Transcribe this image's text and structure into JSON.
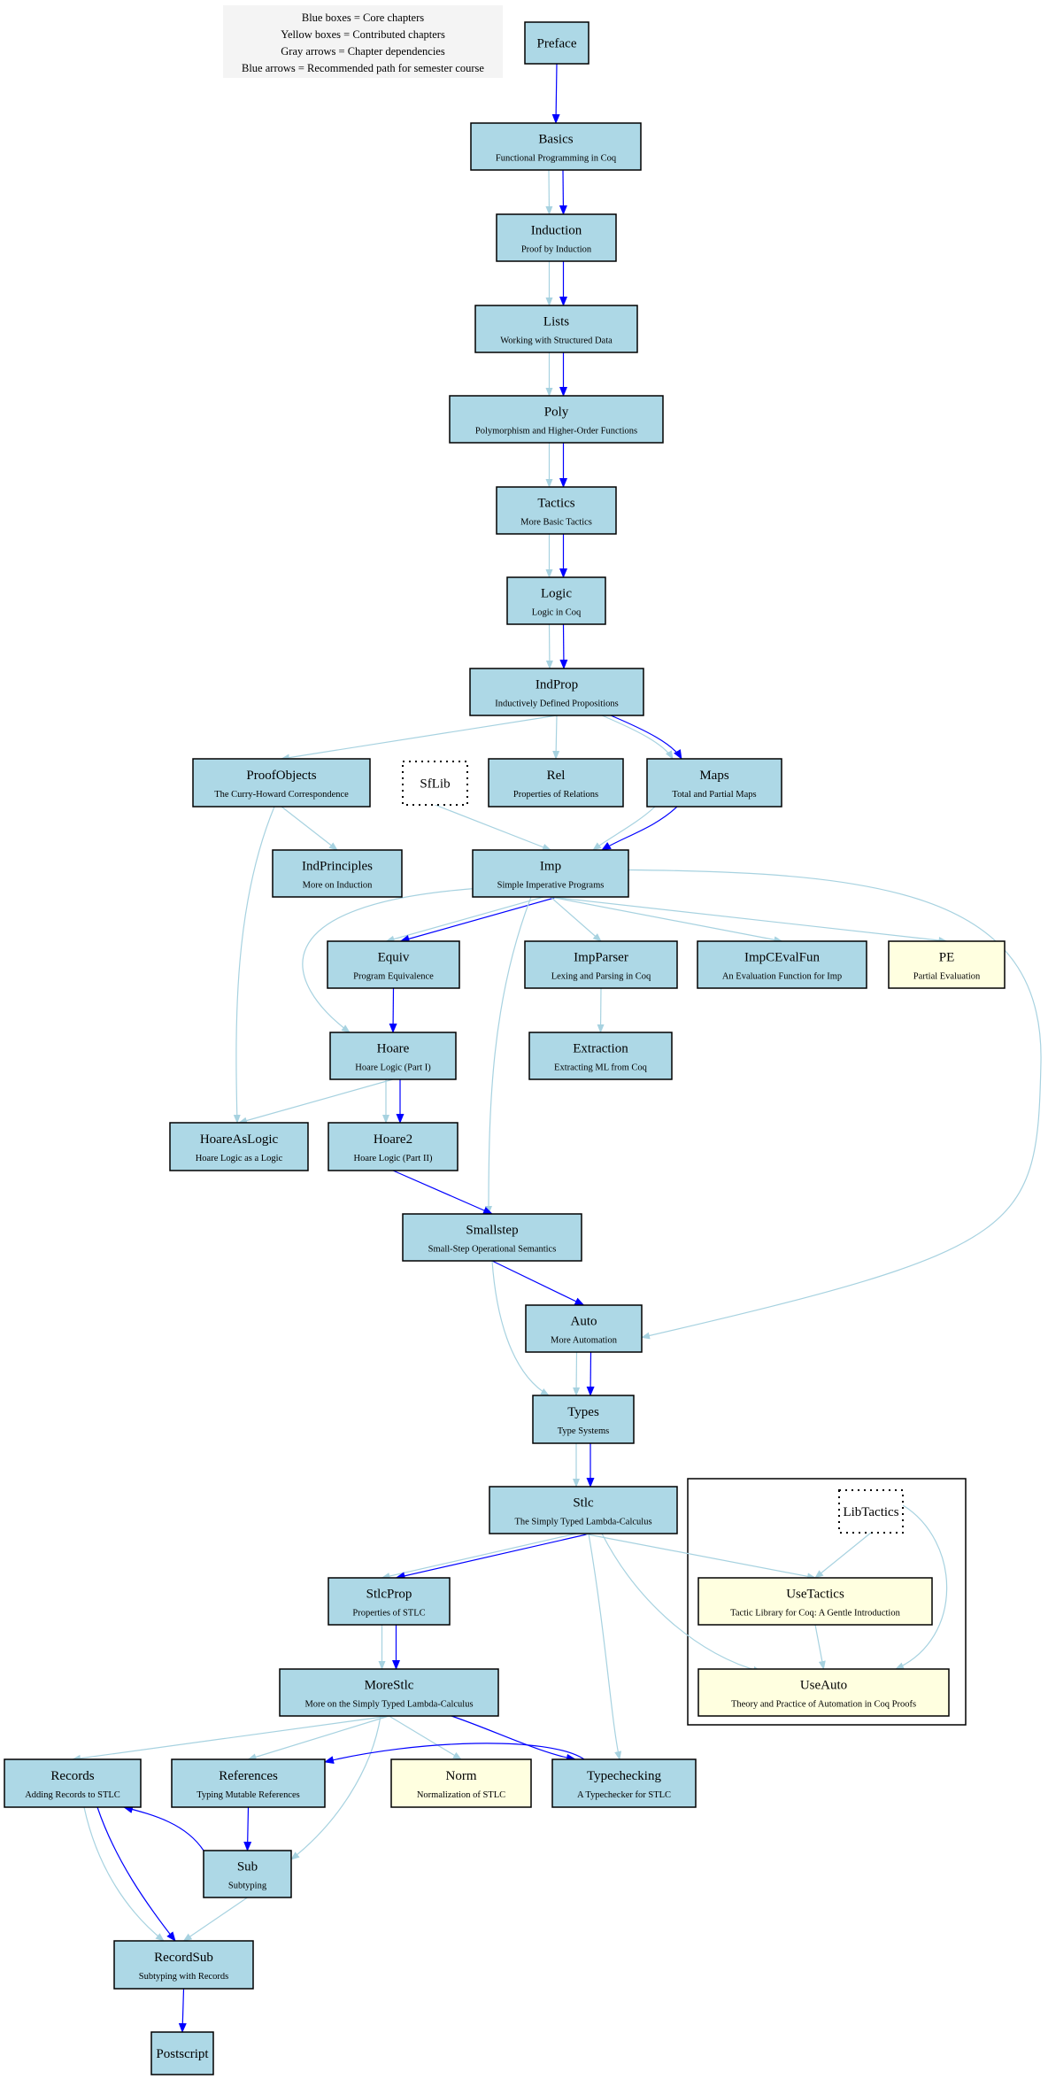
{
  "colors": {
    "core_fill": "#add8e6",
    "contrib_fill": "#ffffe0",
    "dep_edge": "#a7d2e0",
    "path_edge": "#0000ff"
  },
  "legend": {
    "lines": [
      "Blue boxes = Core chapters",
      "Yellow boxes = Contributed chapters",
      "Gray arrows = Chapter dependencies",
      "Blue arrows = Recommended path for semester course"
    ]
  },
  "nodes": [
    {
      "id": "Preface",
      "title": "Preface",
      "subtitle": "",
      "kind": "core"
    },
    {
      "id": "Basics",
      "title": "Basics",
      "subtitle": "Functional Programming in Coq",
      "kind": "core"
    },
    {
      "id": "Induction",
      "title": "Induction",
      "subtitle": "Proof by Induction",
      "kind": "core"
    },
    {
      "id": "Lists",
      "title": "Lists",
      "subtitle": "Working with Structured Data",
      "kind": "core"
    },
    {
      "id": "Poly",
      "title": "Poly",
      "subtitle": "Polymorphism and Higher-Order Functions",
      "kind": "core"
    },
    {
      "id": "Tactics",
      "title": "Tactics",
      "subtitle": "More Basic Tactics",
      "kind": "core"
    },
    {
      "id": "Logic",
      "title": "Logic",
      "subtitle": "Logic in Coq",
      "kind": "core"
    },
    {
      "id": "IndProp",
      "title": "IndProp",
      "subtitle": "Inductively Defined Propositions",
      "kind": "core"
    },
    {
      "id": "ProofObjects",
      "title": "ProofObjects",
      "subtitle": "The Curry-Howard Correspondence",
      "kind": "core"
    },
    {
      "id": "SfLib",
      "title": "SfLib",
      "subtitle": "",
      "kind": "lib"
    },
    {
      "id": "Rel",
      "title": "Rel",
      "subtitle": "Properties of Relations",
      "kind": "core"
    },
    {
      "id": "Maps",
      "title": "Maps",
      "subtitle": "Total and Partial Maps",
      "kind": "core"
    },
    {
      "id": "IndPrinciples",
      "title": "IndPrinciples",
      "subtitle": "More on Induction",
      "kind": "core"
    },
    {
      "id": "Imp",
      "title": "Imp",
      "subtitle": "Simple Imperative Programs",
      "kind": "core"
    },
    {
      "id": "Equiv",
      "title": "Equiv",
      "subtitle": "Program Equivalence",
      "kind": "core"
    },
    {
      "id": "ImpParser",
      "title": "ImpParser",
      "subtitle": "Lexing and Parsing in Coq",
      "kind": "core"
    },
    {
      "id": "ImpCEvalFun",
      "title": "ImpCEvalFun",
      "subtitle": "An Evaluation Function for Imp",
      "kind": "core"
    },
    {
      "id": "PE",
      "title": "PE",
      "subtitle": "Partial Evaluation",
      "kind": "contrib"
    },
    {
      "id": "Hoare",
      "title": "Hoare",
      "subtitle": "Hoare Logic (Part I)",
      "kind": "core"
    },
    {
      "id": "Extraction",
      "title": "Extraction",
      "subtitle": "Extracting ML from Coq",
      "kind": "core"
    },
    {
      "id": "HoareAsLogic",
      "title": "HoareAsLogic",
      "subtitle": "Hoare Logic as a Logic",
      "kind": "core"
    },
    {
      "id": "Hoare2",
      "title": "Hoare2",
      "subtitle": "Hoare Logic (Part II)",
      "kind": "core"
    },
    {
      "id": "Smallstep",
      "title": "Smallstep",
      "subtitle": "Small-Step Operational Semantics",
      "kind": "core"
    },
    {
      "id": "Auto",
      "title": "Auto",
      "subtitle": "More Automation",
      "kind": "core"
    },
    {
      "id": "Types",
      "title": "Types",
      "subtitle": "Type Systems",
      "kind": "core"
    },
    {
      "id": "Stlc",
      "title": "Stlc",
      "subtitle": "The Simply Typed Lambda-Calculus",
      "kind": "core"
    },
    {
      "id": "LibTactics",
      "title": "LibTactics",
      "subtitle": "",
      "kind": "lib"
    },
    {
      "id": "UseTactics",
      "title": "UseTactics",
      "subtitle": "Tactic Library for Coq: A Gentle Introduction",
      "kind": "contrib"
    },
    {
      "id": "UseAuto",
      "title": "UseAuto",
      "subtitle": "Theory and Practice of Automation in Coq Proofs",
      "kind": "contrib"
    },
    {
      "id": "StlcProp",
      "title": "StlcProp",
      "subtitle": "Properties of STLC",
      "kind": "core"
    },
    {
      "id": "MoreStlc",
      "title": "MoreStlc",
      "subtitle": "More on the Simply Typed Lambda-Calculus",
      "kind": "core"
    },
    {
      "id": "Records",
      "title": "Records",
      "subtitle": "Adding Records to STLC",
      "kind": "core"
    },
    {
      "id": "References",
      "title": "References",
      "subtitle": "Typing Mutable References",
      "kind": "core"
    },
    {
      "id": "Norm",
      "title": "Norm",
      "subtitle": "Normalization of STLC",
      "kind": "contrib"
    },
    {
      "id": "Typechecking",
      "title": "Typechecking",
      "subtitle": "A Typechecker for STLC",
      "kind": "core"
    },
    {
      "id": "Sub",
      "title": "Sub",
      "subtitle": "Subtyping",
      "kind": "core"
    },
    {
      "id": "RecordSub",
      "title": "RecordSub",
      "subtitle": "Subtyping with Records",
      "kind": "core"
    },
    {
      "id": "Postscript",
      "title": "Postscript",
      "subtitle": "",
      "kind": "core"
    }
  ],
  "edges": [
    {
      "from": "Preface",
      "to": "Basics",
      "kind": "path"
    },
    {
      "from": "Basics",
      "to": "Induction",
      "kind": "dep"
    },
    {
      "from": "Basics",
      "to": "Induction",
      "kind": "path"
    },
    {
      "from": "Induction",
      "to": "Lists",
      "kind": "dep"
    },
    {
      "from": "Induction",
      "to": "Lists",
      "kind": "path"
    },
    {
      "from": "Lists",
      "to": "Poly",
      "kind": "dep"
    },
    {
      "from": "Lists",
      "to": "Poly",
      "kind": "path"
    },
    {
      "from": "Poly",
      "to": "Tactics",
      "kind": "dep"
    },
    {
      "from": "Poly",
      "to": "Tactics",
      "kind": "path"
    },
    {
      "from": "Tactics",
      "to": "Logic",
      "kind": "dep"
    },
    {
      "from": "Tactics",
      "to": "Logic",
      "kind": "path"
    },
    {
      "from": "Logic",
      "to": "IndProp",
      "kind": "dep"
    },
    {
      "from": "Logic",
      "to": "IndProp",
      "kind": "path"
    },
    {
      "from": "IndProp",
      "to": "ProofObjects",
      "kind": "dep"
    },
    {
      "from": "IndProp",
      "to": "Rel",
      "kind": "dep"
    },
    {
      "from": "IndProp",
      "to": "Maps",
      "kind": "dep"
    },
    {
      "from": "IndProp",
      "to": "Maps",
      "kind": "path"
    },
    {
      "from": "ProofObjects",
      "to": "IndPrinciples",
      "kind": "dep"
    },
    {
      "from": "ProofObjects",
      "to": "HoareAsLogic",
      "kind": "dep"
    },
    {
      "from": "SfLib",
      "to": "Imp",
      "kind": "dep"
    },
    {
      "from": "Maps",
      "to": "Imp",
      "kind": "dep"
    },
    {
      "from": "Maps",
      "to": "Imp",
      "kind": "path"
    },
    {
      "from": "Imp",
      "to": "Equiv",
      "kind": "dep"
    },
    {
      "from": "Imp",
      "to": "Equiv",
      "kind": "path"
    },
    {
      "from": "Imp",
      "to": "ImpParser",
      "kind": "dep"
    },
    {
      "from": "Imp",
      "to": "ImpCEvalFun",
      "kind": "dep"
    },
    {
      "from": "Imp",
      "to": "PE",
      "kind": "dep"
    },
    {
      "from": "Imp",
      "to": "Hoare",
      "kind": "dep"
    },
    {
      "from": "Imp",
      "to": "Smallstep",
      "kind": "dep"
    },
    {
      "from": "Imp",
      "to": "Auto",
      "kind": "dep"
    },
    {
      "from": "ImpParser",
      "to": "Extraction",
      "kind": "dep"
    },
    {
      "from": "Equiv",
      "to": "Hoare",
      "kind": "path"
    },
    {
      "from": "Hoare",
      "to": "HoareAsLogic",
      "kind": "dep"
    },
    {
      "from": "Hoare",
      "to": "Hoare2",
      "kind": "dep"
    },
    {
      "from": "Hoare",
      "to": "Hoare2",
      "kind": "path"
    },
    {
      "from": "Hoare2",
      "to": "Smallstep",
      "kind": "path"
    },
    {
      "from": "Smallstep",
      "to": "Auto",
      "kind": "path"
    },
    {
      "from": "Smallstep",
      "to": "Types",
      "kind": "dep"
    },
    {
      "from": "Auto",
      "to": "Types",
      "kind": "dep"
    },
    {
      "from": "Auto",
      "to": "Types",
      "kind": "path"
    },
    {
      "from": "Types",
      "to": "Stlc",
      "kind": "dep"
    },
    {
      "from": "Types",
      "to": "Stlc",
      "kind": "path"
    },
    {
      "from": "Stlc",
      "to": "StlcProp",
      "kind": "dep"
    },
    {
      "from": "Stlc",
      "to": "StlcProp",
      "kind": "path"
    },
    {
      "from": "Stlc",
      "to": "UseTactics",
      "kind": "dep"
    },
    {
      "from": "Stlc",
      "to": "UseAuto",
      "kind": "dep"
    },
    {
      "from": "Stlc",
      "to": "Typechecking",
      "kind": "dep"
    },
    {
      "from": "LibTactics",
      "to": "UseTactics",
      "kind": "dep"
    },
    {
      "from": "LibTactics",
      "to": "UseAuto",
      "kind": "dep"
    },
    {
      "from": "UseTactics",
      "to": "UseAuto",
      "kind": "dep"
    },
    {
      "from": "StlcProp",
      "to": "MoreStlc",
      "kind": "dep"
    },
    {
      "from": "StlcProp",
      "to": "MoreStlc",
      "kind": "path"
    },
    {
      "from": "MoreStlc",
      "to": "Records",
      "kind": "dep"
    },
    {
      "from": "MoreStlc",
      "to": "References",
      "kind": "dep"
    },
    {
      "from": "MoreStlc",
      "to": "Norm",
      "kind": "dep"
    },
    {
      "from": "MoreStlc",
      "to": "Typechecking",
      "kind": "path"
    },
    {
      "from": "MoreStlc",
      "to": "Sub",
      "kind": "dep"
    },
    {
      "from": "Typechecking",
      "to": "References",
      "kind": "path"
    },
    {
      "from": "References",
      "to": "Sub",
      "kind": "path"
    },
    {
      "from": "Sub",
      "to": "Records",
      "kind": "path"
    },
    {
      "from": "Records",
      "to": "RecordSub",
      "kind": "dep"
    },
    {
      "from": "Records",
      "to": "RecordSub",
      "kind": "path"
    },
    {
      "from": "Sub",
      "to": "RecordSub",
      "kind": "dep"
    },
    {
      "from": "RecordSub",
      "to": "Postscript",
      "kind": "path"
    }
  ]
}
